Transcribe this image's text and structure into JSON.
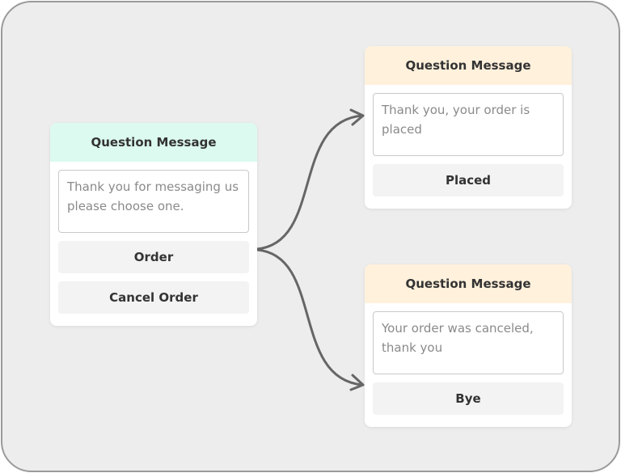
{
  "colors": {
    "canvas_background": "#ededed",
    "start_header": "#dcfaef",
    "branch_header": "#fff1dc",
    "connector": "#666666"
  },
  "start_node": {
    "header": "Question Message",
    "message": "Thank you for messaging us please choose one.",
    "options": [
      "Order",
      "Cancel Order"
    ]
  },
  "placed_node": {
    "header": "Question Message",
    "message": "Thank you, your order is placed",
    "options": [
      "Placed"
    ]
  },
  "canceled_node": {
    "header": "Question Message",
    "message": "Your order was canceled, thank you",
    "options": [
      "Bye"
    ]
  },
  "icons": {
    "connector_arrow": "arrowhead-icon"
  }
}
